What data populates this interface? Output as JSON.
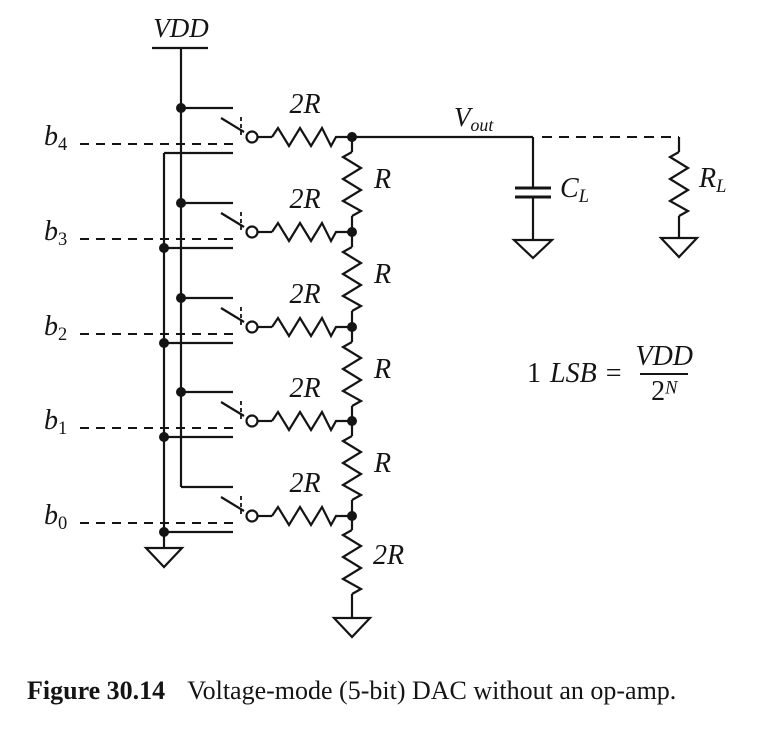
{
  "figure": {
    "supply_label": "VDD",
    "bits": [
      {
        "base": "b",
        "sub": "4"
      },
      {
        "base": "b",
        "sub": "3"
      },
      {
        "base": "b",
        "sub": "2"
      },
      {
        "base": "b",
        "sub": "1"
      },
      {
        "base": "b",
        "sub": "0"
      }
    ],
    "branch_resistors": [
      "2R",
      "2R",
      "2R",
      "2R",
      "2R"
    ],
    "ladder_resistors": [
      "R",
      "R",
      "R",
      "R"
    ],
    "terminator_resistor": "2R",
    "output": {
      "base": "V",
      "sub": "out"
    },
    "capacitor": {
      "base": "C",
      "sub": "L"
    },
    "load": {
      "base": "R",
      "sub": "L"
    },
    "formula": {
      "coefficient": "1",
      "term": "LSB",
      "equals": "=",
      "numerator": "VDD",
      "denominator_base": "2",
      "denominator_exponent": "N"
    },
    "caption": {
      "label": "Figure 30.14",
      "text": "Voltage-mode (5-bit) DAC without an op-amp."
    }
  },
  "colors": {
    "ink": "#141414",
    "background": "#ffffff"
  }
}
